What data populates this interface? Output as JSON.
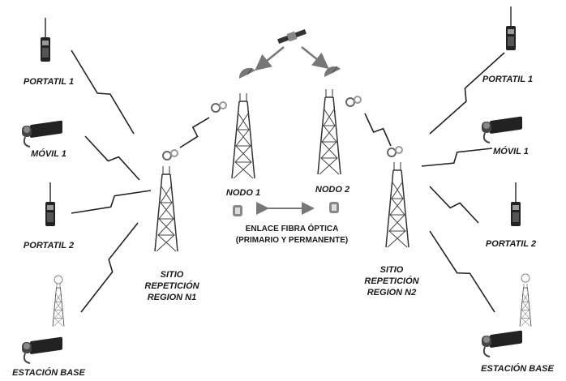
{
  "left": {
    "portatil1": "PORTATIL 1",
    "movil1": "MÓVIL  1",
    "portatil2": "PORTATIL 2",
    "estacion_base": "ESTACIÓN BASE",
    "site": [
      "SITIO",
      "REPETICIÓN",
      "REGION N1"
    ]
  },
  "right": {
    "portatil1": "PORTATIL 1",
    "movil1": "MÓVIL  1",
    "portatil2": "PORTATIL 2",
    "estacion_base": "ESTACIÓN BASE",
    "site": [
      "SITIO",
      "REPETICIÓN",
      "REGION N2"
    ]
  },
  "center": {
    "nodo1": "NODO  1",
    "nodo2": "NODO 2",
    "link_line1": "ENLACE FIBRA ÓPTICA",
    "link_line2": "(PRIMARIO Y PERMANENTE)"
  }
}
